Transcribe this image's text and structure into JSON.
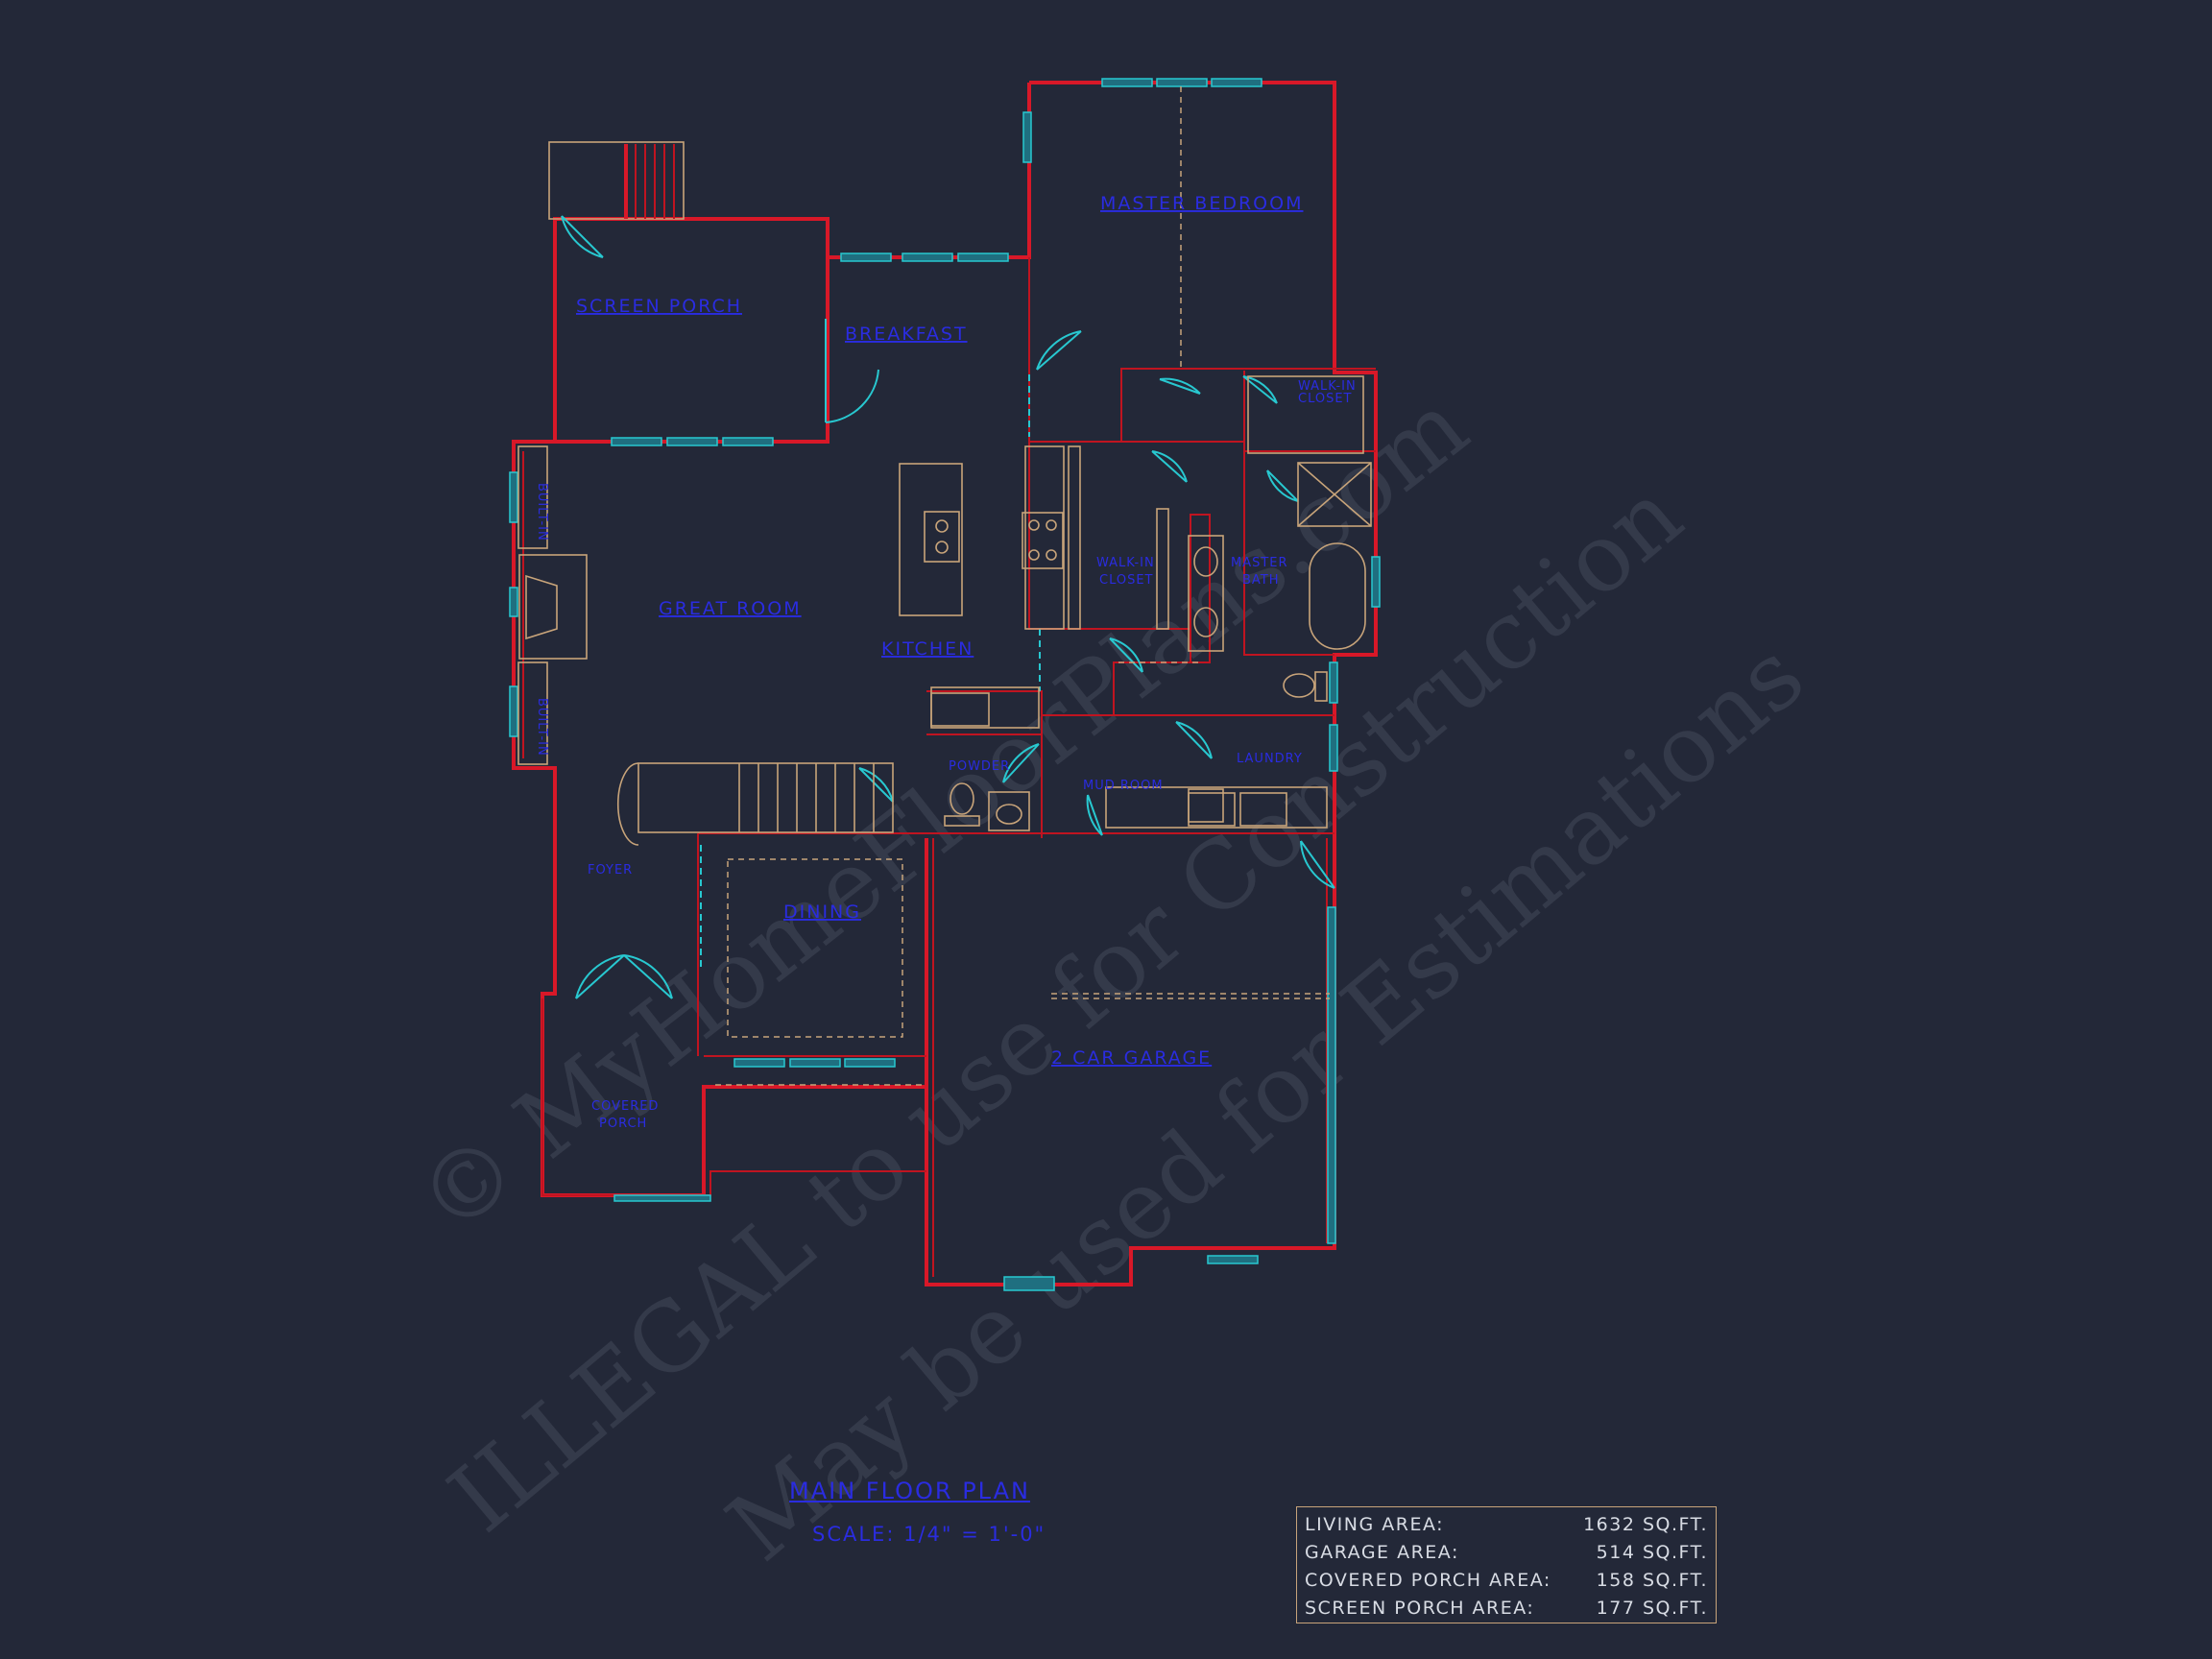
{
  "rooms": {
    "master_bedroom": "MASTER BEDROOM",
    "screen_porch": "SCREEN PORCH",
    "breakfast": "BREAKFAST",
    "great_room": "GREAT ROOM",
    "kitchen": "KITCHEN",
    "walk_in_closet_line1": "WALK-IN",
    "walk_in_closet_line2": "CLOSET",
    "master_bath_line1": "MASTER",
    "master_bath_line2": "BATH",
    "closet_small_line1": "WALK-IN",
    "closet_small_line2": "CLOSET",
    "powder": "POWDER",
    "mud_room": "MUD ROOM",
    "laundry": "LAUNDRY",
    "foyer": "FOYER",
    "dining": "DINING",
    "garage": "2 CAR GARAGE",
    "covered_porch_line1": "COVERED",
    "covered_porch_line2": "PORCH",
    "built_in_1": "BUILT-IN",
    "built_in_2": "BUILT-IN"
  },
  "title": {
    "name": "MAIN FLOOR PLAN",
    "scale": "SCALE: 1/4\" = 1'-0\""
  },
  "areas": [
    {
      "label": "LIVING AREA:",
      "value": "1632 SQ.FT."
    },
    {
      "label": "GARAGE AREA:",
      "value": "514 SQ.FT."
    },
    {
      "label": "COVERED PORCH AREA:",
      "value": "158 SQ.FT."
    },
    {
      "label": "SCREEN PORCH AREA:",
      "value": "177 SQ.FT."
    }
  ],
  "watermark": {
    "line1": "© MyHomeFloorPlans.com",
    "line2": "ILLEGAL to use for Construction",
    "line3": "May be used for Estimations"
  },
  "colors": {
    "background": "#232838",
    "walls": "#d81828",
    "labels": "#2a2ce0",
    "fixtures": "#c8a47a",
    "windows_doors": "#28c8d0"
  }
}
